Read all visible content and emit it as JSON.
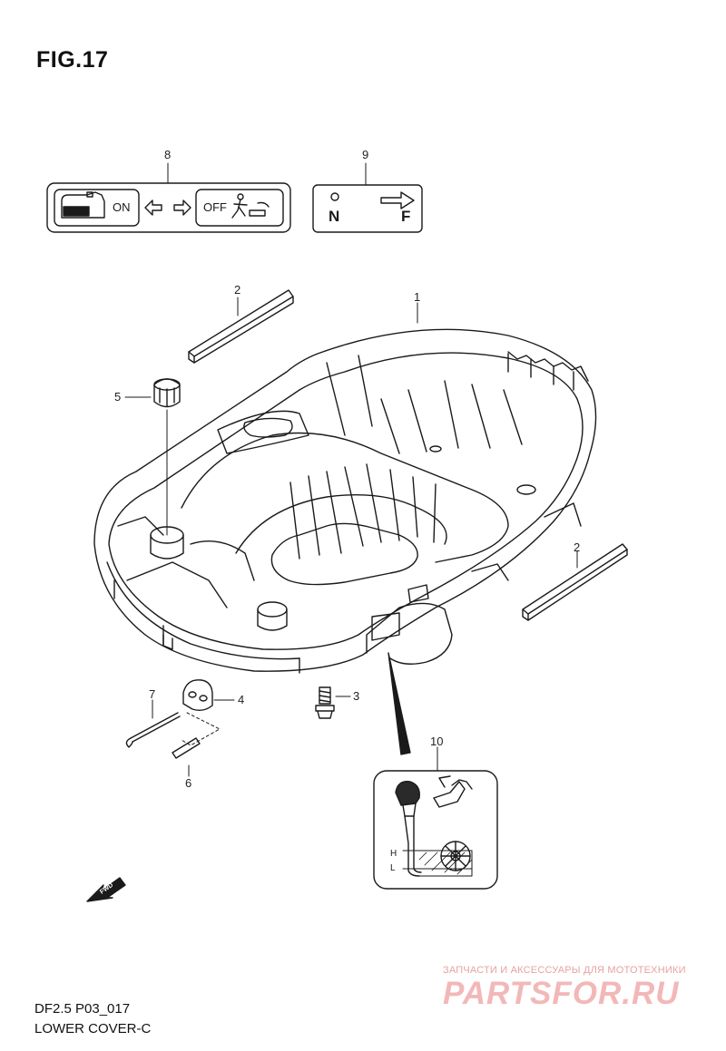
{
  "figure": {
    "title": "FIG.17"
  },
  "callouts": [
    "1",
    "2",
    "2",
    "3",
    "4",
    "5",
    "6",
    "7",
    "8",
    "9",
    "10"
  ],
  "labels": {
    "on": "ON",
    "off": "OFF",
    "neutral": "N",
    "forward": "F",
    "high": "H",
    "low": "L",
    "fwd": "FWD"
  },
  "footer": {
    "code": "DF2.5 P03_017",
    "name": "LOWER COVER-C"
  },
  "watermark": {
    "tagline": "ЗАПЧАСТИ И АКСЕССУАРЫ ДЛЯ МОТОТЕХНИКИ",
    "brand": "PARTSFOR.RU"
  }
}
